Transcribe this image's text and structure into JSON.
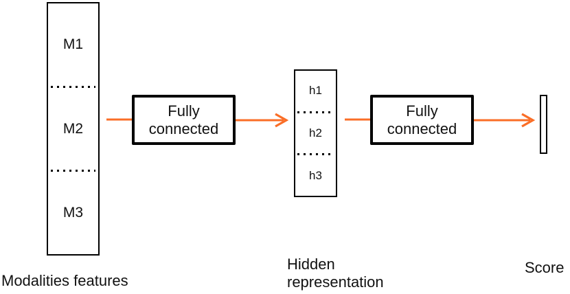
{
  "colors": {
    "arrow": "#FA6E27",
    "line": "#000000",
    "text": "#111111"
  },
  "modalities": {
    "cells": [
      "M1",
      "M2",
      "M3"
    ],
    "label": "Modalities features"
  },
  "fc1": {
    "label": "Fully connected"
  },
  "hidden": {
    "cells": [
      "h1",
      "h2",
      "h3"
    ],
    "label": "Hidden representation"
  },
  "fc2": {
    "label": "Fully connected"
  },
  "score": {
    "label": "Score"
  }
}
